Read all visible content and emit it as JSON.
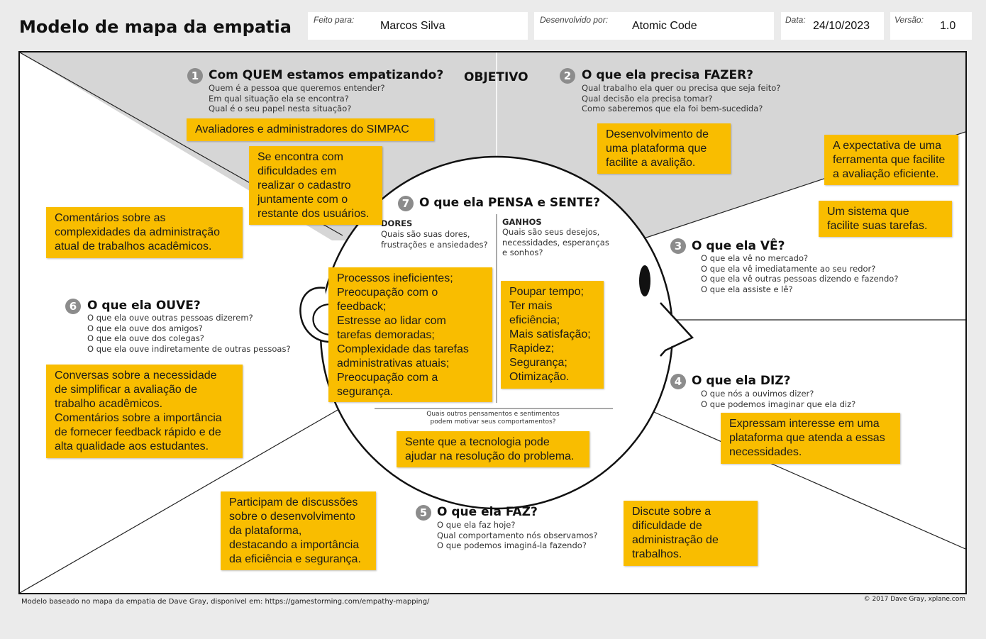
{
  "header": {
    "title": "Modelo de mapa da empatia",
    "made_for": {
      "label": "Feito para:",
      "value": "Marcos Silva"
    },
    "developed_by": {
      "label": "Desenvolvido por:",
      "value": "Atomic Code"
    },
    "date": {
      "label": "Data:",
      "value": "24/10/2023"
    },
    "version": {
      "label": "Versão:",
      "value": "1.0"
    }
  },
  "objective_label": "OBJETIVO",
  "sections": {
    "who": {
      "num": "1",
      "title": "Com QUEM estamos empatizando?",
      "lines": [
        "Quem é a pessoa que queremos entender?",
        "Em qual situação ela se encontra?",
        "Qual é o seu papel nesta situação?"
      ]
    },
    "do": {
      "num": "2",
      "title": "O que ela precisa FAZER?",
      "lines": [
        "Qual trabalho ela quer ou precisa que seja feito?",
        "Qual decisão ela precisa tomar?",
        "Como saberemos que ela foi bem-sucedida?"
      ]
    },
    "see": {
      "num": "3",
      "title": "O que ela VÊ?",
      "lines": [
        "O que ela vê no mercado?",
        "O que ela vê imediatamente ao seu redor?",
        "O que ela vê outras pessoas dizendo e fazendo?",
        "O que ela assiste e lê?"
      ]
    },
    "say": {
      "num": "4",
      "title": "O que ela DIZ?",
      "lines": [
        "O que nós a ouvimos dizer?",
        "O que podemos imaginar que ela diz?"
      ]
    },
    "does": {
      "num": "5",
      "title": "O que ela FAZ?",
      "lines": [
        "O que ela faz hoje?",
        "Qual comportamento nós observamos?",
        "O que podemos imaginá-la fazendo?"
      ]
    },
    "hear": {
      "num": "6",
      "title": "O que ela OUVE?",
      "lines": [
        "O que ela ouve outras pessoas dizerem?",
        "O que ela ouve dos amigos?",
        "O que ela ouve dos colegas?",
        "O que ela ouve indiretamente de outras pessoas?"
      ]
    },
    "think": {
      "num": "7",
      "title": "O que ela PENSA e SENTE?",
      "pains_title": "DORES",
      "pains_lines": [
        "Quais são suas dores,",
        "frustrações e ansiedades?"
      ],
      "gains_title": "GANHOS",
      "gains_lines": [
        "Quais são seus desejos,",
        "necessidades, esperanças",
        "e sonhos?"
      ],
      "bottom_lines": [
        "Quais outros pensamentos e sentimentos",
        "podem motivar seus comportamentos?"
      ]
    }
  },
  "notes": {
    "who": "Avaliadores e administradores do SIMPAC",
    "who_situation": "Se encontra com\ndificuldades em\nrealizar o cadastro\njuntamente com o\nrestante dos usuários.",
    "do": "Desenvolvimento de\numa plataforma que\nfacilite a avalição.",
    "see_1": "A expectativa de uma\nferramenta que facilite\na avaliação eficiente.",
    "see_2": "Um sistema que\nfacilite suas tarefas.",
    "hear_1": "Comentários sobre as\ncomplexidades da administração\natual de trabalhos acadêmicos.",
    "hear_2": "Conversas sobre a necessidade\nde simplificar a avaliação de\ntrabalho acadêmicos.\nComentários sobre a importância\nde fornecer feedback rápido e de\nalta qualidade aos estudantes.",
    "pains": "Processos ineficientes;\nPreocupação com o\nfeedback;\nEstresse ao lidar com\ntarefas demoradas;\nComplexidade das tarefas\nadministrativas atuais;\nPreocupação com a\nsegurança.",
    "gains": "Poupar tempo;\nTer mais eficiência;\nMais satisfação;\nRapidez;\nSegurança;\nOtimização.",
    "think_other": "Sente que a tecnologia pode\najudar na resolução do problema.",
    "say": "Expressam interesse em uma\nplataforma que atenda a essas\nnecessidades.",
    "does_1": "Participam de discussões\nsobre o desenvolvimento\nda plataforma,\ndestacando a importância\nda eficiência e segurança.",
    "does_2": "Discute sobre a\ndificuldade de\nadministração de\ntrabalhos."
  },
  "footer": {
    "left": "Modelo baseado no mapa da empatia de Dave Gray, disponível em: https://gamestorming.com/empathy-mapping/",
    "right": "© 2017 Dave Gray, xplane.com"
  }
}
